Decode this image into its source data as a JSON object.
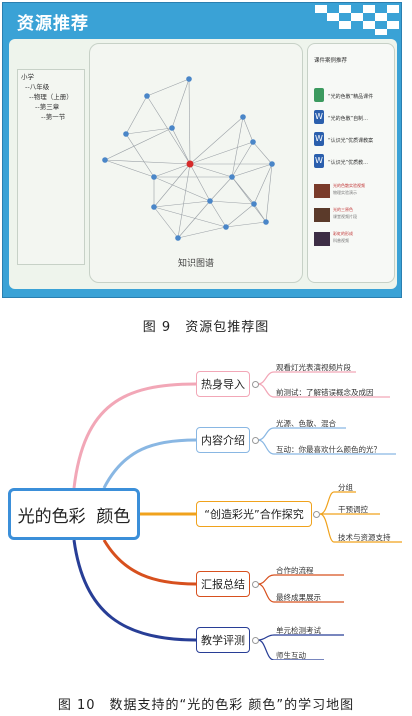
{
  "fig9": {
    "title": "资源推荐",
    "tree": [
      "小学",
      "--八年级",
      "--物理（上册）",
      "--第三章",
      "--第一节"
    ],
    "graph_caption": "知识图谱",
    "panel_title": "课件案例推荐",
    "docs": [
      {
        "text": "“光的色散”精品课件",
        "icon": "doc-icon-green"
      },
      {
        "text": "“光的色散”自制...",
        "icon": "word-icon"
      },
      {
        "text": "“认识光”优质课教案",
        "icon": "word-icon"
      },
      {
        "text": "“认识光”优质教...",
        "icon": "word-icon"
      }
    ],
    "videos": [
      {
        "t1": "光的色散实验视频",
        "t2": "物理实验演示"
      },
      {
        "t1": "光的三原色",
        "t2": "课堂视频片段"
      },
      {
        "t1": "彩虹的形成",
        "t2": "科普视频"
      }
    ],
    "caption": "图 9　资源包推荐图"
  },
  "fig10": {
    "central": "光的色彩  颜色",
    "topics": [
      {
        "label": "热身导入",
        "color": "#f2a7b7",
        "subs": [
          "观看灯光表演视频片段",
          "前测试：了解错误概念及成因"
        ]
      },
      {
        "label": "内容介绍",
        "color": "#89b7e3",
        "subs": [
          "光源、色散、混合",
          "互动：你最喜欢什么颜色的光？"
        ]
      },
      {
        "label": "“创造彩光”合作探究",
        "color": "#f0a21c",
        "subs": [
          "分组",
          "干预调控",
          "技术与资源支持"
        ]
      },
      {
        "label": "汇报总结",
        "color": "#d7501e",
        "subs": [
          "合作的流程",
          "最终成果展示"
        ]
      },
      {
        "label": "教学评测",
        "color": "#283e96",
        "subs": [
          "单元检测考试",
          "师生互动"
        ]
      }
    ],
    "caption": "图 10　数据支持的“光的色彩 颜色”的学习地图"
  }
}
